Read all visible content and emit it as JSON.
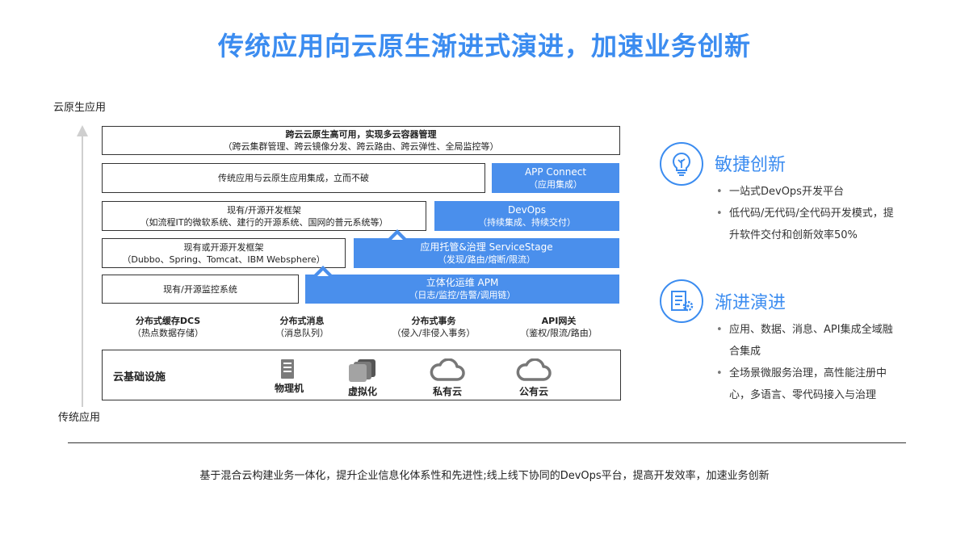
{
  "title": "传统应用向云原生渐进式演进，加速业务创新",
  "axis": {
    "top_label": "云原生应用",
    "bottom_label": "传统应用"
  },
  "layers": {
    "multicloud": {
      "line1": "跨云云原生高可用，实现多云容器管理",
      "line2": "（跨云集群管理、跨云镜像分发、跨云路由、跨云弹性、全局监控等）"
    },
    "integration": {
      "line1": "传统应用与云原生应用集成，立而不破"
    },
    "app_connect": {
      "line1": "APP Connect",
      "line2": "（应用集成）"
    },
    "dev_framework": {
      "line1": "现有/开源开发框架",
      "line2": "（如流程IT的微软系统、建行的开源系统、国网的普元系统等）"
    },
    "devops": {
      "line1": "DevOps",
      "line2": "（持续集成、持续交付）"
    },
    "open_framework": {
      "line1": "现有或开源开发框架",
      "line2": "（Dubbo、Spring、Tomcat、IBM Websphere）"
    },
    "servicestage": {
      "line1": "应用托管&治理 ServiceStage",
      "line2": "（发现/路由/熔断/限流）"
    },
    "monitor": {
      "line1": "现有/开源监控系统"
    },
    "apm": {
      "line1": "立体化运维 APM",
      "line2": "（日志/监控/告警/调用链）"
    }
  },
  "middleware": [
    {
      "line1": "分布式缓存DCS",
      "line2": "（热点数据存储）"
    },
    {
      "line1": "分布式消息",
      "line2": "（消息队列）"
    },
    {
      "line1": "分布式事务",
      "line2": "（侵入/非侵入事务）"
    },
    {
      "line1": "API网关",
      "line2": "（鉴权/限流/路由）"
    }
  ],
  "infra": {
    "label": "云基础设施",
    "items": [
      {
        "label": "物理机",
        "icon": "server-icon"
      },
      {
        "label": "虚拟化",
        "icon": "virtualization-icon"
      },
      {
        "label": "私有云",
        "icon": "cloud-icon"
      },
      {
        "label": "公有云",
        "icon": "cloud-icon"
      }
    ]
  },
  "features": [
    {
      "title": "敏捷创新",
      "icon": "lightbulb-icon",
      "bullets": [
        {
          "lines": [
            "一站式DevOps开发平台"
          ]
        },
        {
          "lines": [
            "低代码/无代码/全代码开发模式，提",
            "升软件交付和创新效率50%"
          ]
        }
      ]
    },
    {
      "title": "渐进演进",
      "icon": "document-gear-icon",
      "bullets": [
        {
          "lines": [
            "应用、数据、消息、API集成全域融",
            "合集成"
          ]
        },
        {
          "lines": [
            "全场景微服务治理，高性能注册中",
            "心，多语言、零代码接入与治理"
          ]
        }
      ]
    }
  ],
  "footer": "基于混合云构建业务一体化，提升企业信息化体系性和先进性;线上线下协同的DevOps平台，提高开发效率，加速业务创新",
  "colors": {
    "accent": "#3b8cf0",
    "block_blue": "#4a8fec",
    "axis": "#cfcfcf"
  }
}
